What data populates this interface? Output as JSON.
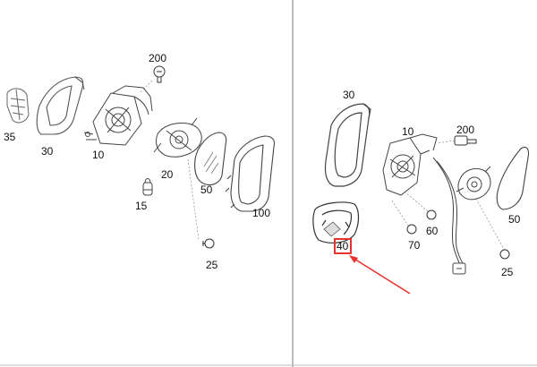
{
  "labels": {
    "l35": "35",
    "l30": "30",
    "l10": "10",
    "l200": "200",
    "l20": "20",
    "l15": "15",
    "l50": "50",
    "l100": "100",
    "l25": "25",
    "r30": "30",
    "r10": "10",
    "r200": "200",
    "r40": "40",
    "r70": "70",
    "r60": "60",
    "r50": "50",
    "r25": "25"
  },
  "highlight": {
    "label": "40",
    "color": "#e8322d"
  }
}
